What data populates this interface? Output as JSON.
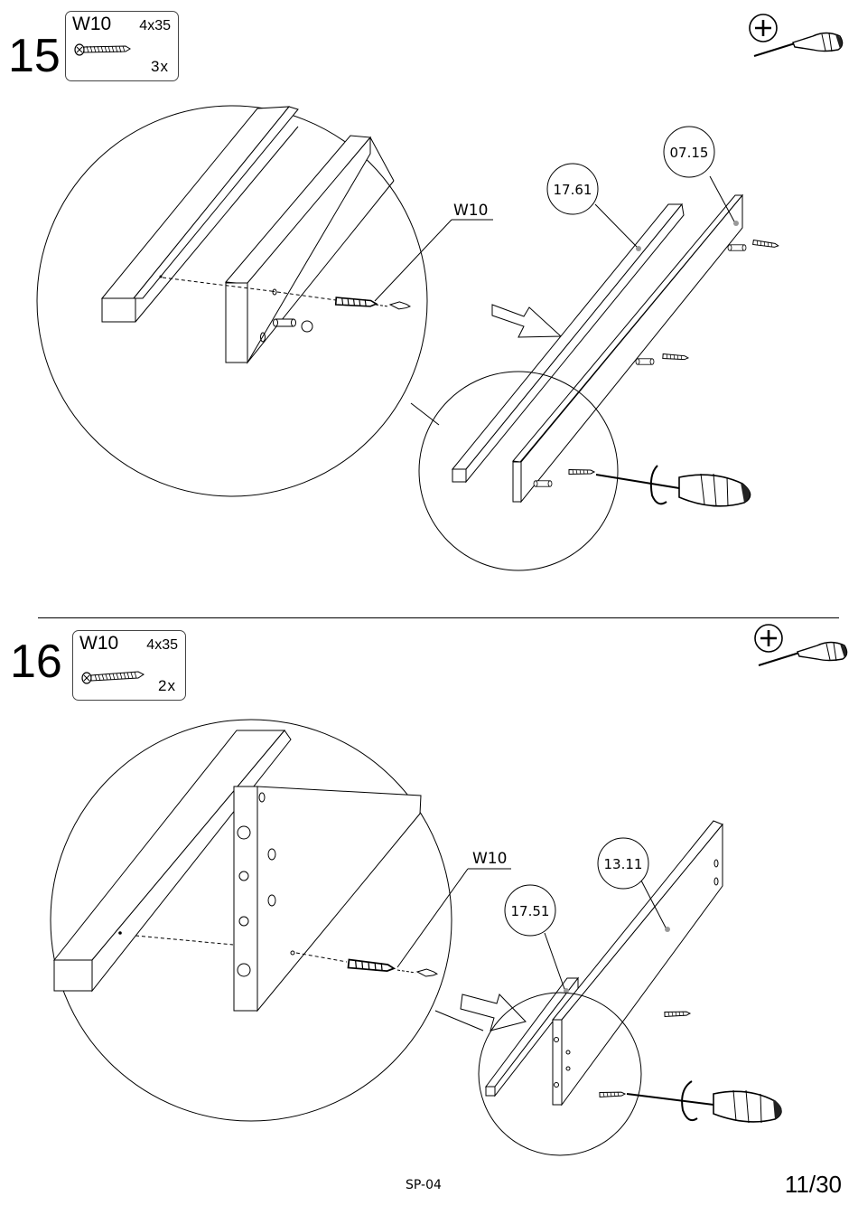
{
  "page": {
    "code": "SP-04",
    "number": "11/30"
  },
  "steps": [
    {
      "number": "15",
      "part": {
        "code": "W10",
        "size": "4x35",
        "qty": "3x",
        "icon": "screw-icon"
      },
      "tool": "phillips-screwdriver-icon",
      "callout_label": "W10",
      "labels": [
        "17.61",
        "07.15"
      ]
    },
    {
      "number": "16",
      "part": {
        "code": "W10",
        "size": "4x35",
        "qty": "2x",
        "icon": "screw-icon"
      },
      "tool": "phillips-screwdriver-icon",
      "callout_label": "W10",
      "labels": [
        "17.51",
        "13.11"
      ]
    }
  ]
}
